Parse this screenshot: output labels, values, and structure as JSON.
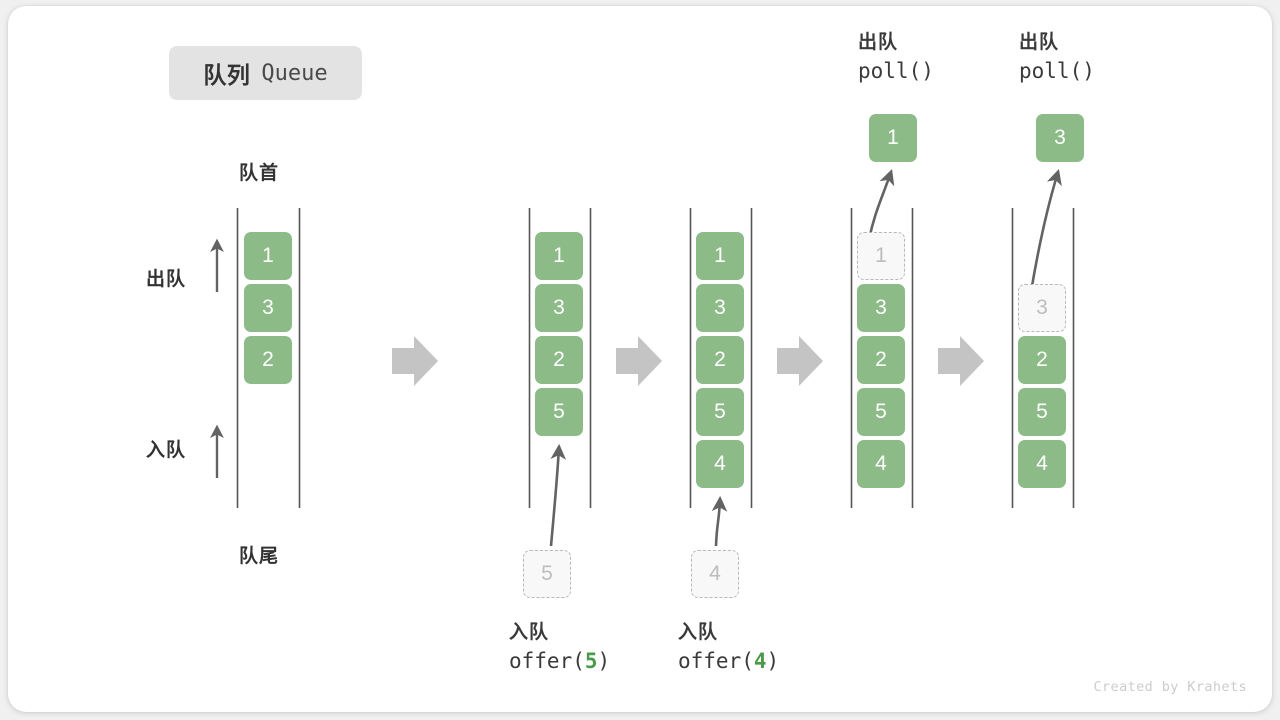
{
  "diagram": {
    "title_cn": "队列",
    "title_en": "Queue",
    "head_label": "队首",
    "tail_label": "队尾",
    "dequeue_label": "出队",
    "enqueue_label": "入队",
    "credit": "Created by Krahets",
    "colors": {
      "element_fill": "#8cbb88",
      "element_text": "#ffffff",
      "ghost_fill": "#f8f8f8",
      "ghost_border": "#b8b8b8",
      "ghost_text": "#bdbdbd",
      "rail": "#555555",
      "arrow": "#636363",
      "step_arrow": "#c4c4c4",
      "badge_bg": "#e3e3e3",
      "code_accent": "#4a9a4a",
      "card_bg": "#ffffff",
      "page_bg": "#f0f0f0"
    },
    "stages": [
      {
        "name": "initial",
        "cells": [
          {
            "value": "1",
            "state": "filled"
          },
          {
            "value": "3",
            "state": "filled"
          },
          {
            "value": "2",
            "state": "filled"
          }
        ],
        "side_labels": {
          "top": "出队",
          "bottom": "入队"
        },
        "caption_cn": "",
        "caption_code": ""
      },
      {
        "name": "offer-5",
        "cells": [
          {
            "value": "1",
            "state": "filled"
          },
          {
            "value": "3",
            "state": "filled"
          },
          {
            "value": "2",
            "state": "filled"
          },
          {
            "value": "5",
            "state": "filled"
          }
        ],
        "caption_cn": "入队",
        "caption_code": "offer(5)",
        "caption_arg": "5",
        "incoming": {
          "value": "5",
          "state": "ghost"
        }
      },
      {
        "name": "offer-4",
        "cells": [
          {
            "value": "1",
            "state": "filled"
          },
          {
            "value": "3",
            "state": "filled"
          },
          {
            "value": "2",
            "state": "filled"
          },
          {
            "value": "5",
            "state": "filled"
          },
          {
            "value": "4",
            "state": "filled"
          }
        ],
        "caption_cn": "入队",
        "caption_code": "offer(4)",
        "caption_arg": "4",
        "incoming": {
          "value": "4",
          "state": "ghost"
        }
      },
      {
        "name": "poll-1",
        "cells": [
          {
            "value": "1",
            "state": "ghost"
          },
          {
            "value": "3",
            "state": "filled"
          },
          {
            "value": "2",
            "state": "filled"
          },
          {
            "value": "5",
            "state": "filled"
          },
          {
            "value": "4",
            "state": "filled"
          }
        ],
        "caption_cn": "出队",
        "caption_code": "poll()",
        "outgoing": {
          "value": "1",
          "state": "filled"
        }
      },
      {
        "name": "poll-3",
        "cells": [
          {
            "value": "",
            "state": "empty"
          },
          {
            "value": "3",
            "state": "ghost"
          },
          {
            "value": "2",
            "state": "filled"
          },
          {
            "value": "5",
            "state": "filled"
          },
          {
            "value": "4",
            "state": "filled"
          }
        ],
        "caption_cn": "出队",
        "caption_code": "poll()",
        "outgoing": {
          "value": "3",
          "state": "filled"
        }
      }
    ]
  }
}
